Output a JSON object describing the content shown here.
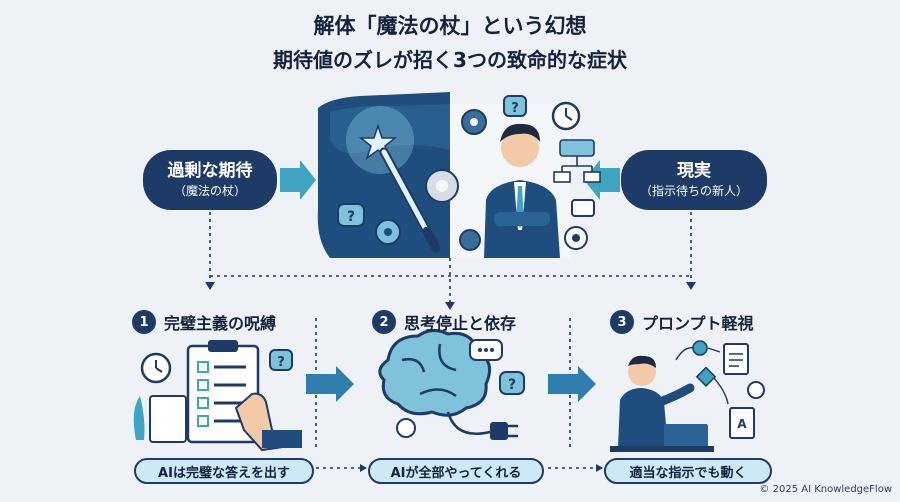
{
  "title": {
    "line1": "解体「魔法の杖」という幻想",
    "line2": "期待値のズレが招く3つの致命的な症状"
  },
  "left_box": {
    "main": "過剰な期待",
    "sub": "（魔法の杖）"
  },
  "right_box": {
    "main": "現実",
    "sub": "（指示待ちの新人）"
  },
  "steps": [
    {
      "num": "1",
      "title": "完璧主義の呪縛",
      "caption": "AIは完璧な答えを出す"
    },
    {
      "num": "2",
      "title": "思考停止と依存",
      "caption": "AIが全部やってくれる"
    },
    {
      "num": "3",
      "title": "プロンプト軽視",
      "caption": "適当な指示でも動く"
    }
  ],
  "copyright": "© 2025 AI KnowledgeFlow",
  "colors": {
    "navy": "#1e3a66",
    "teal": "#3fa3c2",
    "light_blue": "#cdeaf4",
    "background": "#eef2f6"
  },
  "icons": [
    "magic-wand-icon",
    "gear-icon",
    "question-bubble-icon",
    "clock-icon",
    "flowchart-icon",
    "businessman-icon",
    "clipboard-checklist-icon",
    "brain-icon",
    "plug-icon",
    "document-icon"
  ]
}
